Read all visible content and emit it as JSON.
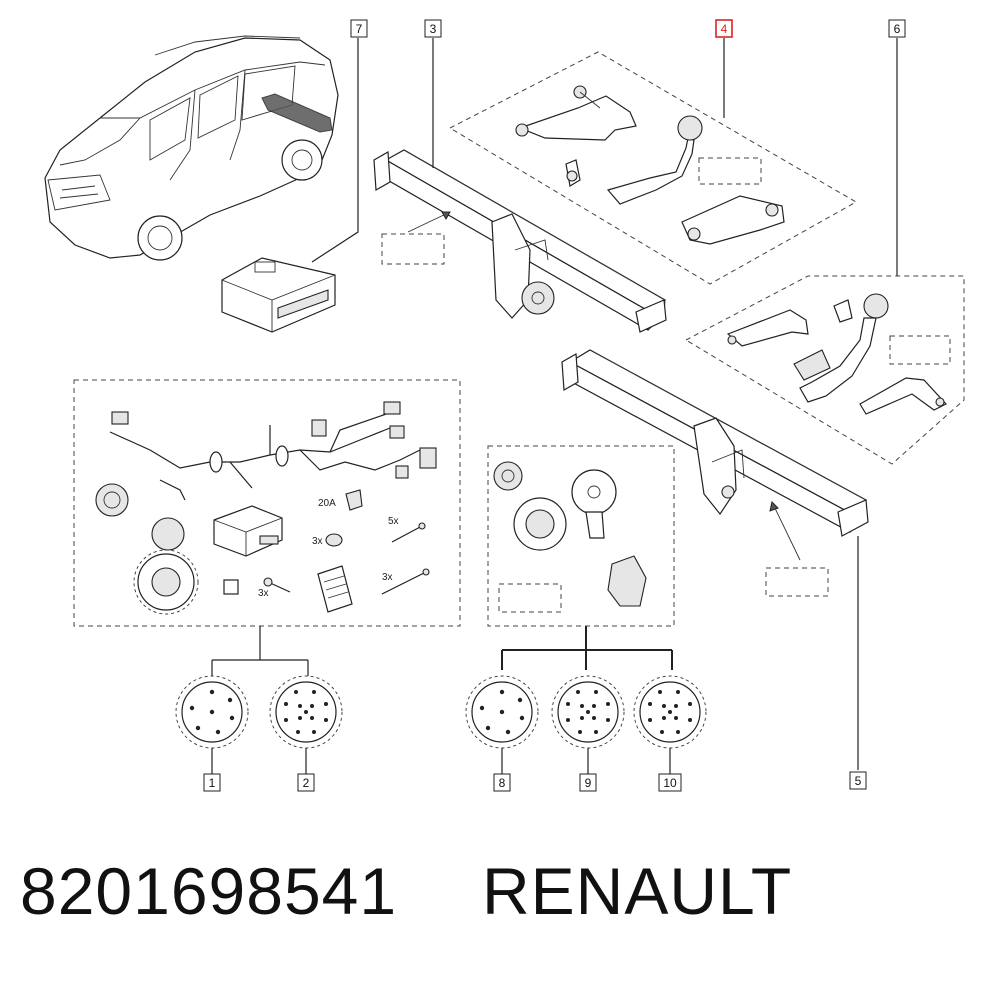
{
  "callouts": {
    "c1": "1",
    "c2": "2",
    "c3": "3",
    "c4": "4",
    "c5": "5",
    "c6": "6",
    "c7": "7",
    "c8": "8",
    "c9": "9",
    "c10": "10"
  },
  "highlight_callout": "4",
  "highlight_color": "#dd2222",
  "kit_labels": {
    "fuse": "20A",
    "five_x": "5x",
    "three_x_nut": "3x",
    "three_x_bolt": "3x",
    "three_x_tie": "3x"
  },
  "footer": {
    "part_number": "8201698541",
    "brand": "RENAULT"
  }
}
